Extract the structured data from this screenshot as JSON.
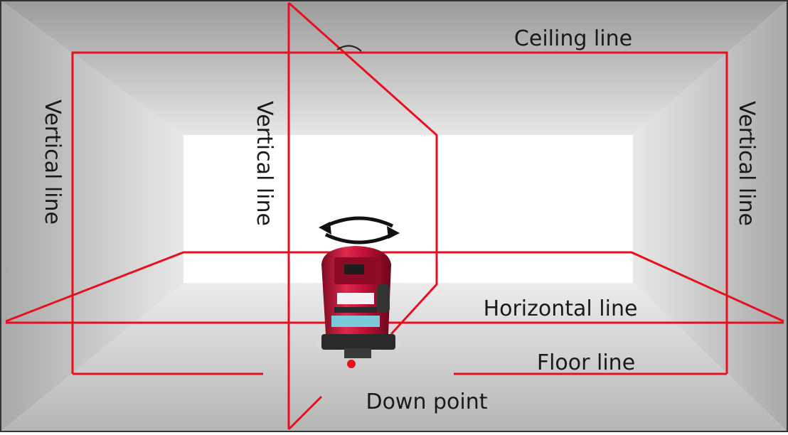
{
  "labels": {
    "ceiling": "Ceiling line",
    "vertical_left": "Vertical line",
    "vertical_center": "Vertical line",
    "vertical_right": "Vertical line",
    "horizontal": "Horizontal line",
    "floor": "Floor line",
    "down_point": "Down point"
  },
  "colors": {
    "laser": "#e8101e",
    "device_body": "#c4103a",
    "text": "#1a1a1a"
  },
  "icons": {
    "rotation": "rotation-arrow-icon",
    "device": "laser-level-device-icon"
  }
}
